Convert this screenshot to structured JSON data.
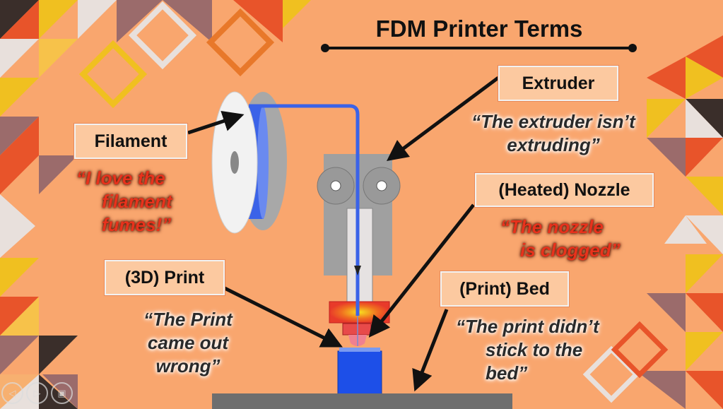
{
  "title": "FDM Printer Terms",
  "labels": {
    "filament": "Filament",
    "extruder": "Extruder",
    "nozzle": "(Heated) Nozzle",
    "print": "(3D) Print",
    "bed": "(Print) Bed"
  },
  "quotes": {
    "filament": [
      "“I love the",
      "filament",
      "fumes!”"
    ],
    "extruder": [
      "“The extruder isn’t",
      "extruding”"
    ],
    "nozzle": [
      "“The nozzle",
      "is clogged”"
    ],
    "print": [
      "“The Print",
      "came out",
      "wrong”"
    ],
    "bed": [
      "“The print didn’t",
      "stick to the",
      "bed”"
    ]
  },
  "controls": {
    "prev": "◁",
    "next": "▷",
    "view": "▣"
  },
  "colors": {
    "background": "#f9a66e",
    "filament": "#3b63e8",
    "quote_red": "#e8321c"
  }
}
